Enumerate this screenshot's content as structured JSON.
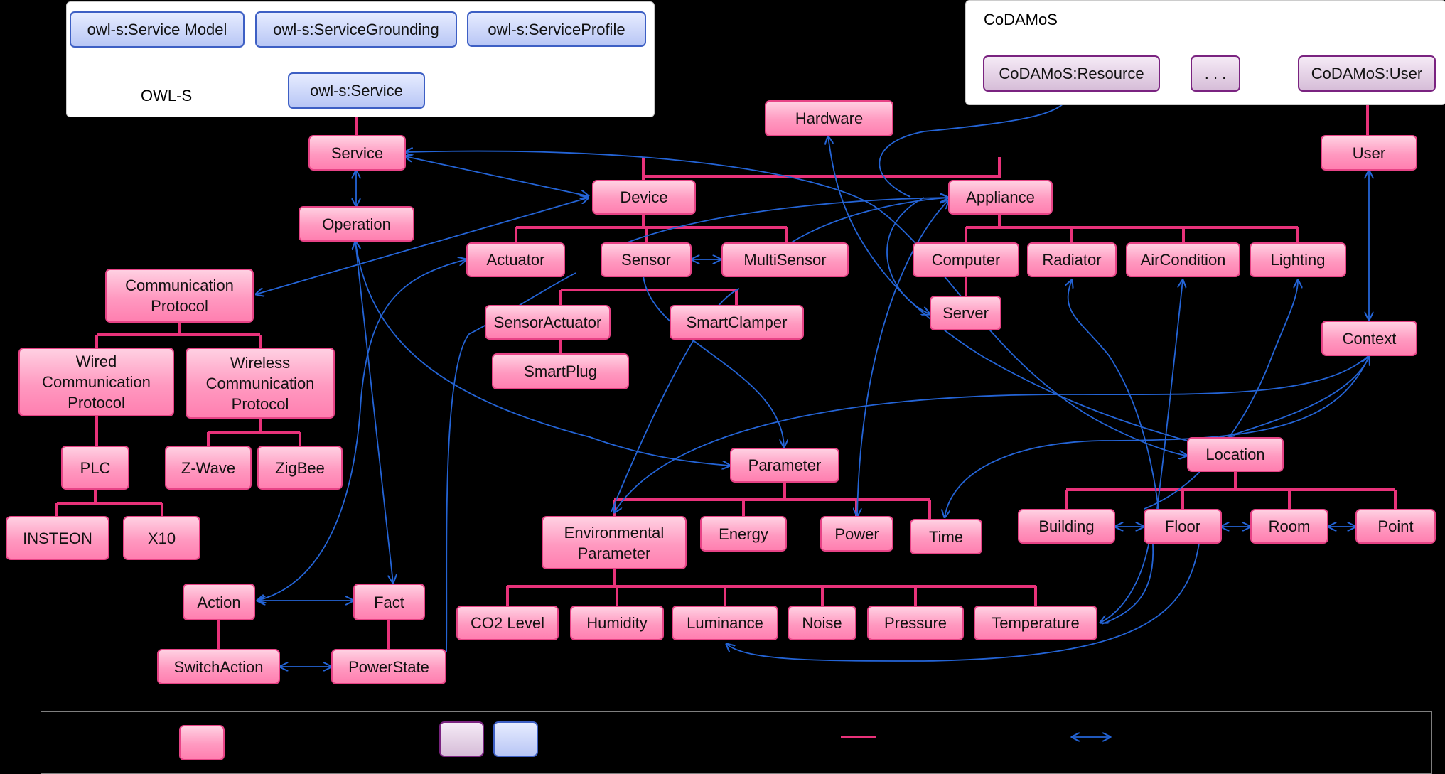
{
  "panels": {
    "owls": {
      "label": "OWL-S"
    },
    "codamos": {
      "label": "CoDAMoS"
    }
  },
  "colors": {
    "pink_fill": "#ff99c0",
    "pink_border": "#e74386",
    "purple_border": "#7a2380",
    "blue_border": "#3d5fc4",
    "hierarchy_line": "#e8327a",
    "relation_arrow": "#2464d6"
  },
  "nodes": {
    "owls_service_model": "owl-s:Service Model",
    "owls_service_grounding": "owl-s:ServiceGrounding",
    "owls_service_profile": "owl-s:ServiceProfile",
    "owls_service": "owl-s:Service",
    "codamos_resource": "CoDAMoS:Resource",
    "codamos_ellipsis": ". . .",
    "codamos_user": "CoDAMoS:User",
    "service": "Service",
    "operation": "Operation",
    "hardware": "Hardware",
    "device": "Device",
    "appliance": "Appliance",
    "user": "User",
    "communication_protocol": "Communication\nProtocol",
    "actuator": "Actuator",
    "sensor": "Sensor",
    "multisensor": "MultiSensor",
    "computer": "Computer",
    "radiator": "Radiator",
    "aircondition": "AirCondition",
    "lighting": "Lighting",
    "server": "Server",
    "sensoractuator": "SensorActuator",
    "smartclamper": "SmartClamper",
    "smartplug": "SmartPlug",
    "context": "Context",
    "wired_protocol": "Wired\nCommunication\nProtocol",
    "wireless_protocol": "Wireless\nCommunication\nProtocol",
    "plc": "PLC",
    "zwave": "Z-Wave",
    "zigbee": "ZigBee",
    "insteon": "INSTEON",
    "x10": "X10",
    "location": "Location",
    "parameter": "Parameter",
    "environmental_parameter": "Environmental\nParameter",
    "energy": "Energy",
    "power": "Power",
    "time": "Time",
    "building": "Building",
    "floor": "Floor",
    "room": "Room",
    "point": "Point",
    "action": "Action",
    "fact": "Fact",
    "switchaction": "SwitchAction",
    "powerstate": "PowerState",
    "co2_level": "CO2 Level",
    "humidity": "Humidity",
    "luminance": "Luminance",
    "noise": "Noise",
    "pressure": "Pressure",
    "temperature": "Temperature"
  }
}
